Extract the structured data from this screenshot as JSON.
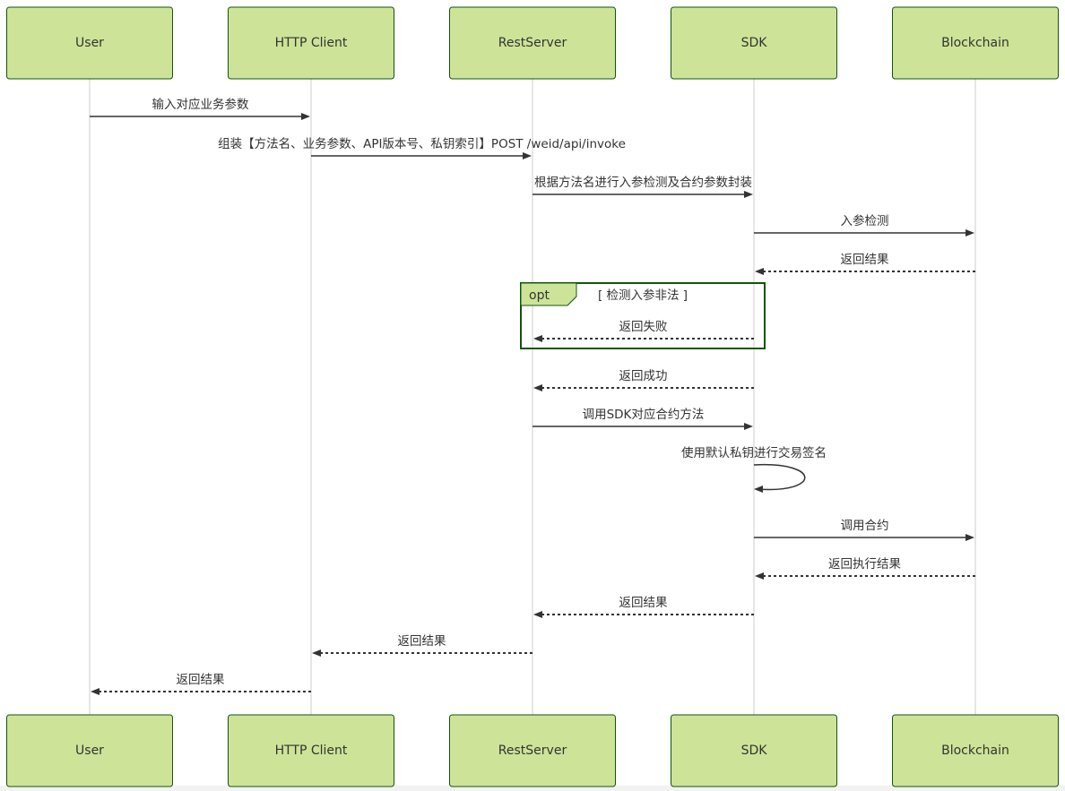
{
  "diagram": {
    "type": "sequence",
    "actors": [
      {
        "id": "user",
        "label": "User"
      },
      {
        "id": "http",
        "label": "HTTP Client"
      },
      {
        "id": "rest",
        "label": "RestServer"
      },
      {
        "id": "sdk",
        "label": "SDK"
      },
      {
        "id": "chain",
        "label": "Blockchain"
      }
    ],
    "messages": [
      {
        "from": "user",
        "to": "http",
        "label": "输入对应业务参数",
        "style": "solid"
      },
      {
        "from": "http",
        "to": "rest",
        "label": "组装【方法名、业务参数、API版本号、私钥索引】POST /weid/api/invoke",
        "style": "solid"
      },
      {
        "from": "rest",
        "to": "sdk",
        "label": "根据方法名进行入参检测及合约参数封装",
        "style": "solid"
      },
      {
        "from": "sdk",
        "to": "chain",
        "label": "入参检测",
        "style": "solid"
      },
      {
        "from": "chain",
        "to": "sdk",
        "label": "返回结果",
        "style": "dashed"
      },
      {
        "from": "sdk",
        "to": "rest",
        "label": "返回失败",
        "style": "dashed"
      },
      {
        "from": "sdk",
        "to": "rest",
        "label": "返回成功",
        "style": "dashed"
      },
      {
        "from": "rest",
        "to": "sdk",
        "label": "调用SDK对应合约方法",
        "style": "solid"
      },
      {
        "from": "sdk",
        "to": "sdk",
        "label": "使用默认私钥进行交易签名",
        "style": "self"
      },
      {
        "from": "sdk",
        "to": "chain",
        "label": "调用合约",
        "style": "solid"
      },
      {
        "from": "chain",
        "to": "sdk",
        "label": "返回执行结果",
        "style": "dashed"
      },
      {
        "from": "sdk",
        "to": "rest",
        "label": "返回结果",
        "style": "dashed"
      },
      {
        "from": "rest",
        "to": "http",
        "label": "返回结果",
        "style": "dashed"
      },
      {
        "from": "http",
        "to": "user",
        "label": "返回结果",
        "style": "dashed"
      }
    ],
    "opt_block": {
      "keyword": "opt",
      "condition": "[ 检测入参非法 ]"
    }
  },
  "colors": {
    "actor_fill": "#cde498",
    "actor_border": "#13540c",
    "opt_border": "#13540c",
    "line": "#333333",
    "lifeline": "#cccccc"
  }
}
